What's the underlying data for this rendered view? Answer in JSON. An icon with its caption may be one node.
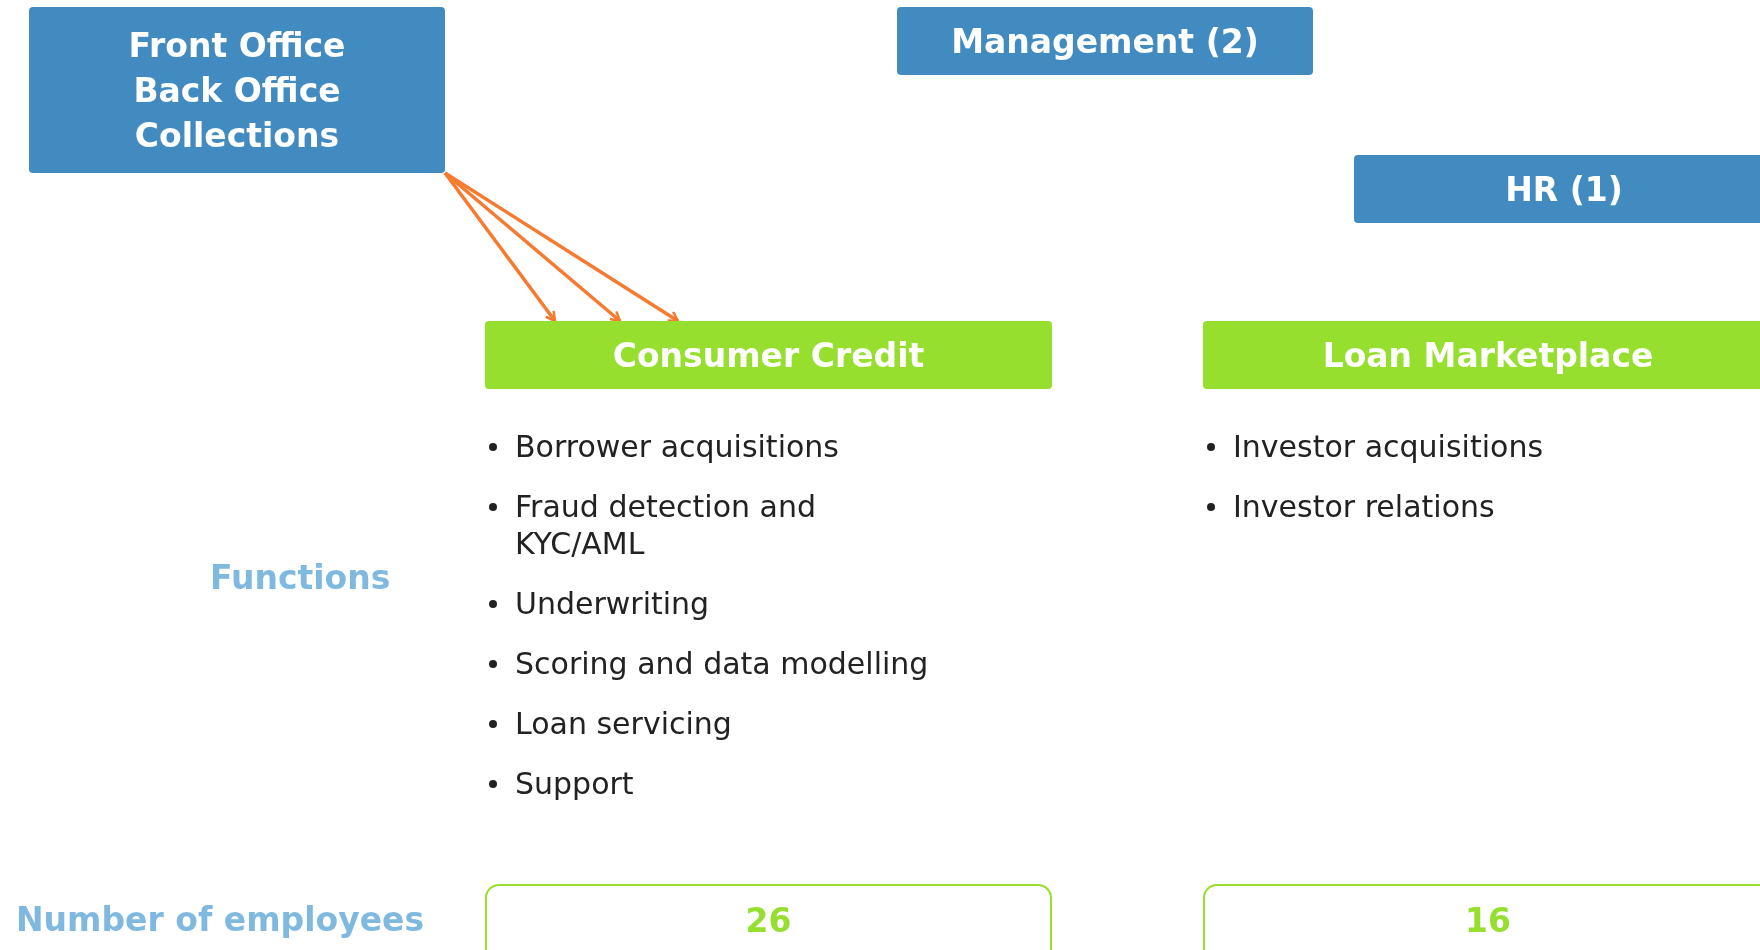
{
  "diagram": {
    "nodes": [
      {
        "text": [
          "Front Office",
          "Back Office",
          "Collections"
        ]
      },
      {
        "text": [
          "Management (2)"
        ]
      },
      {
        "text": [
          "HR (1)"
        ]
      },
      {
        "text": [
          "Consumer Credit"
        ]
      },
      {
        "text": [
          "Loan Marketplace"
        ]
      },
      {
        "text": [
          "26"
        ]
      },
      {
        "text": [
          "16"
        ]
      }
    ],
    "edges": [
      {
        "from": 0,
        "to": 3,
        "arrow": "to"
      },
      {
        "from": 0,
        "to": 3,
        "arrow": "to"
      },
      {
        "from": 0,
        "to": 3,
        "arrow": "to"
      }
    ],
    "labels": [
      "Borrower acquisitions",
      "Investor acquisitions",
      "Fraud detection and KYC/AML",
      "Investor relations",
      "Functions",
      "Underwriting",
      "Scoring and data modelling",
      "Loan servicing",
      "Support",
      "Number of employees"
    ]
  }
}
